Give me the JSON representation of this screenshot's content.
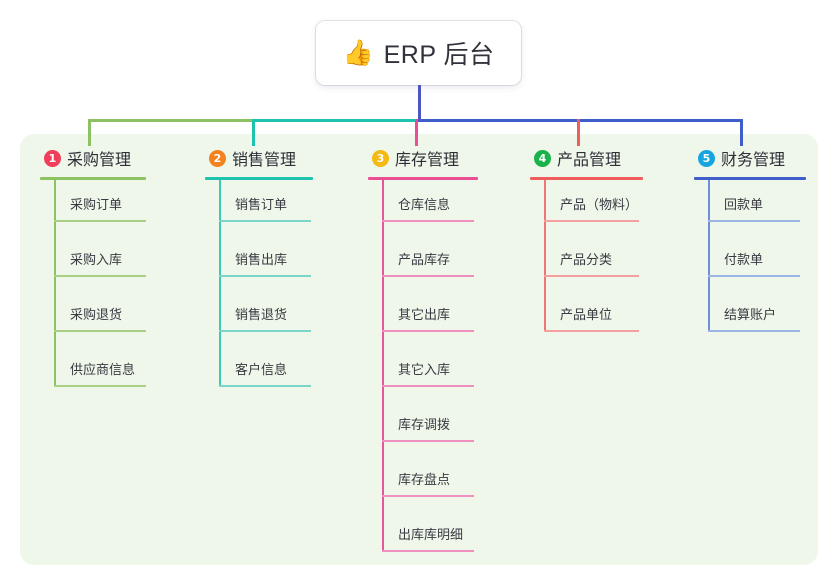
{
  "root": {
    "icon": "thumbs-up-emoji",
    "emoji": "👍",
    "title": "ERP 后台"
  },
  "colors": {
    "panel_bg": "#eef7ea",
    "root_line": "#4b55c4",
    "trunk_green": "#8cc262",
    "trunk_teal": "#1dc3ae",
    "trunk_pink": "#ea4f96",
    "trunk_red": "#ef4b4b",
    "trunk_blue": "#3f5ec9",
    "branch_green": "#8cc262",
    "branch_teal": "#1dc3ae",
    "branch_pink": "#e86aa8",
    "branch_red": "#f08080",
    "branch_blue": "#8aa4e0"
  },
  "columns": [
    {
      "number": "1",
      "title": "采购管理",
      "badge_color": "#ef3f5a",
      "rule_color": "#8cc262",
      "trunk_color": "#8cc262",
      "branch_color": "#a8cf84",
      "items": [
        "采购订单",
        "采购入库",
        "采购退货",
        "供应商信息"
      ]
    },
    {
      "number": "2",
      "title": "销售管理",
      "badge_color": "#f4831f",
      "rule_color": "#1dc3ae",
      "trunk_color": "#3cc9b5",
      "branch_color": "#7ad6c9",
      "items": [
        "销售订单",
        "销售出库",
        "销售退货",
        "客户信息"
      ]
    },
    {
      "number": "3",
      "title": "库存管理",
      "badge_color": "#f5b914",
      "rule_color": "#ea4f96",
      "trunk_color": "#e8559a",
      "branch_color": "#ee8fbf",
      "items": [
        "仓库信息",
        "产品库存",
        "其它出库",
        "其它入库",
        "库存调拨",
        "库存盘点",
        "出库库明细"
      ]
    },
    {
      "number": "4",
      "title": "产品管理",
      "badge_color": "#19b24b",
      "rule_color": "#ef5d5d",
      "trunk_color": "#f07575",
      "branch_color": "#f5a0a0",
      "items": [
        "产品（物料）",
        "产品分类",
        "产品单位"
      ]
    },
    {
      "number": "5",
      "title": "财务管理",
      "badge_color": "#17a5e0",
      "rule_color": "#3f5ec9",
      "trunk_color": "#6f8ddb",
      "branch_color": "#9db4e8",
      "items": [
        "回款单",
        "付款单",
        "结算账户"
      ]
    }
  ]
}
